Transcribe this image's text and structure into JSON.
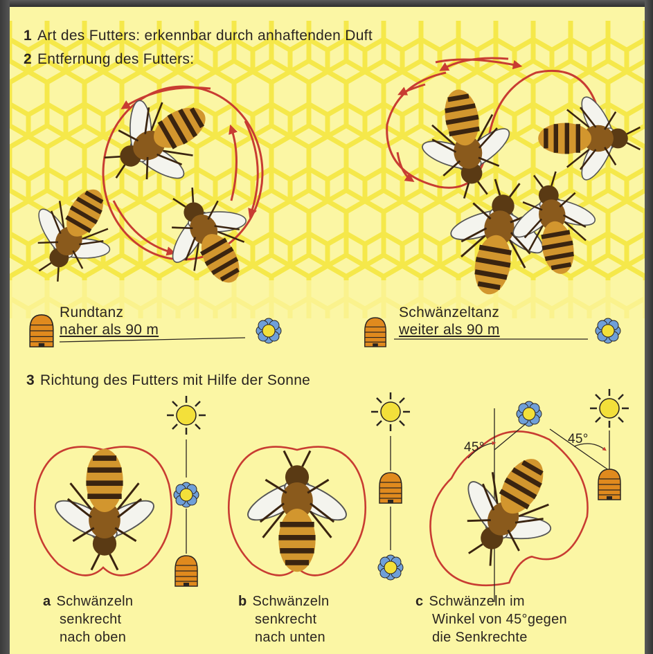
{
  "header": {
    "line1_num": "1",
    "line1_text": "Art des Futters: erkennbar durch anhaftenden Duft",
    "line2_num": "2",
    "line2_text": "Entfernung des Futters:"
  },
  "dance_left": {
    "name": "Rundtanz",
    "distance": "naher als 90 m"
  },
  "dance_right": {
    "name": "Schwänzeltanz",
    "distance": "weiter als 90 m"
  },
  "section3": {
    "num": "3",
    "text": "Richtung des Futters mit Hilfe der Sonne"
  },
  "captions": [
    {
      "letter": "a",
      "line1": "Schwänzeln",
      "line2": "senkrecht",
      "line3": "nach oben"
    },
    {
      "letter": "b",
      "line1": "Schwänzeln",
      "line2": "senkrecht",
      "line3": "nach unten"
    },
    {
      "letter": "c",
      "line1": "Schwänzeln im",
      "line2": "Winkel von 45°gegen",
      "line3": "die Senkrechte"
    }
  ],
  "angles": {
    "left": "45°",
    "right": "45°"
  },
  "colors": {
    "background": "#fbf6a4",
    "honeycomb": "#f5e84a",
    "arrows": "#c83c32",
    "sun": "#f3e03a",
    "flower_petal": "#6f9fd8",
    "hive": "#e08a1e",
    "text": "#2a2420"
  }
}
